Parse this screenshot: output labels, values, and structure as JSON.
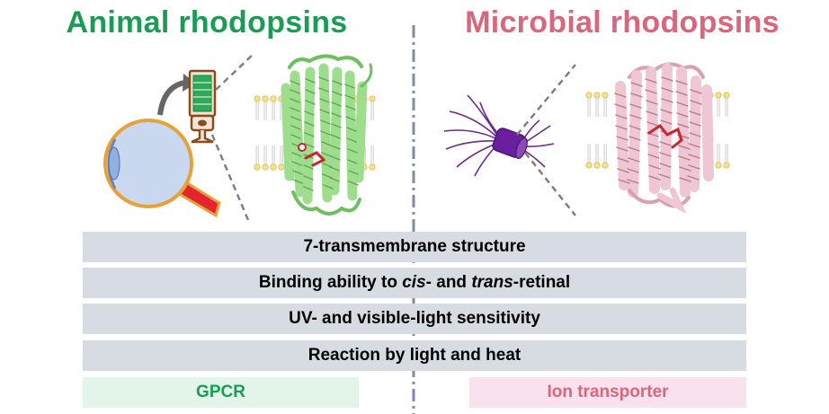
{
  "titles": {
    "animal": "Animal rhodopsins",
    "microbial": "Microbial rhodopsins"
  },
  "common_features": {
    "structure": "7-transmembrane structure",
    "binding": {
      "prefix": "Binding ability to ",
      "cis": "cis",
      "middle": "- and ",
      "trans": "trans",
      "suffix": "-retinal"
    },
    "sensitivity": "UV- and visible-light sensitivity",
    "reaction": "Reaction by light and heat"
  },
  "types": {
    "animal": "GPCR",
    "microbial": "Ion transporter"
  },
  "colors": {
    "animal_accent": "#1a9c55",
    "microbial_accent": "#d9667d",
    "animal_protein": "#9edc8e",
    "microbial_protein": "#efc6d3",
    "retinal": "#c6262e",
    "bar": "#d7dce3",
    "membrane_head": "#f6e28a"
  },
  "icons": [
    "eye-icon",
    "photoreceptor-cell-icon",
    "microbe-icon",
    "protein-structure-icon",
    "lipid-membrane-icon"
  ]
}
